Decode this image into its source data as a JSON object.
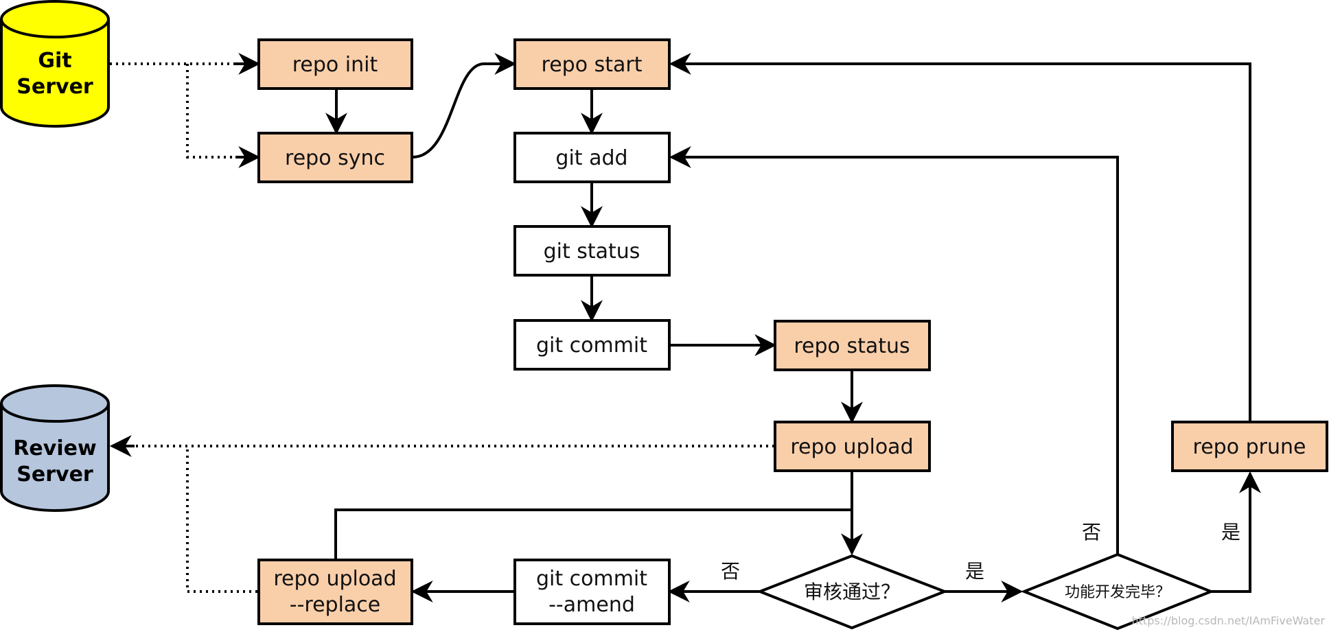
{
  "colors": {
    "repo_command_fill": "#f9cfaa",
    "git_command_fill": "#ffffff",
    "git_server_fill": "#ffff00",
    "review_server_fill": "#b5c6dd",
    "stroke": "#000000"
  },
  "databases": {
    "git_server": {
      "line1": "Git",
      "line2": "Server"
    },
    "review_server": {
      "line1": "Review",
      "line2": "Server"
    }
  },
  "nodes": {
    "repo_init": "repo init",
    "repo_sync": "repo sync",
    "repo_start": "repo start",
    "git_add": "git add",
    "git_status": "git status",
    "git_commit": "git commit",
    "repo_status": "repo status",
    "repo_upload": "repo upload",
    "repo_prune": "repo prune",
    "git_commit_amend": {
      "line1": "git commit",
      "line2": "--amend"
    },
    "repo_upload_replace": {
      "line1": "repo upload",
      "line2": "--replace"
    }
  },
  "decisions": {
    "review_passed": "审核通过？",
    "feature_done": "功能开发完毕？"
  },
  "edge_labels": {
    "review_no": "否",
    "review_yes": "是",
    "feature_no": "否",
    "feature_yes": "是"
  },
  "watermark": "https://blog.csdn.net/IAmFiveWater"
}
